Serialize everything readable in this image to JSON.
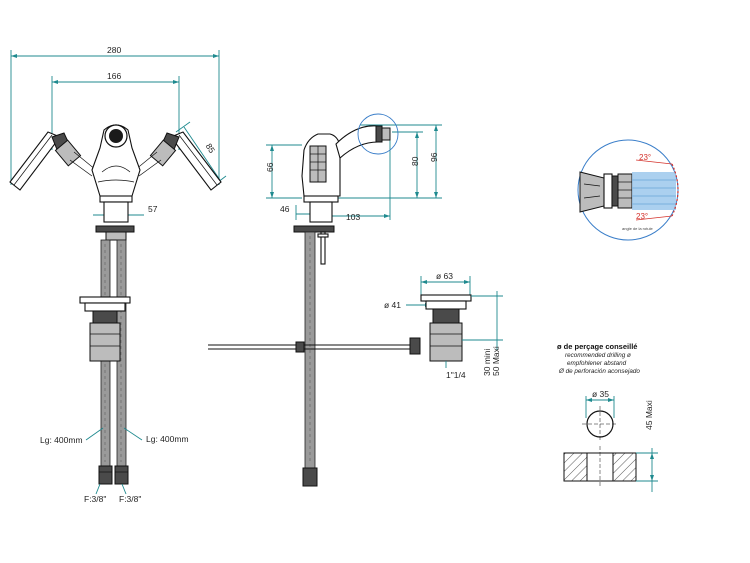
{
  "front_view": {
    "dim_overall_width": "280",
    "dim_spout_centres": "166",
    "dim_lever_length": "85",
    "dim_base_offset": "57",
    "hose_length_left": "Lg: 400mm",
    "hose_length_right": "Lg: 400mm",
    "connection_left": "F:3/8\"",
    "connection_right": "F:3/8\""
  },
  "side_view": {
    "dim_body_height": "66",
    "dim_spout_height": "80",
    "dim_total_height": "96",
    "dim_base_depth": "46",
    "dim_spout_reach": "103"
  },
  "waste": {
    "dim_flange_diameter": "ø 63",
    "dim_outlet_diameter": "ø 41",
    "dim_thread": "1\"1/4",
    "dim_thickness_min": "30 mini",
    "dim_thickness_max": "50 Maxi"
  },
  "spray_detail": {
    "angle_top": "23°",
    "angle_bottom": "23°",
    "caption": "angle de la rotule"
  },
  "drilling": {
    "title": "ø de perçage conseillé",
    "subtitle_en": "recommended drilling ø",
    "subtitle_de": "empfohlener abstand",
    "subtitle_es": "Ø de perforación aconsejado",
    "hole_diameter": "ø 35",
    "max_thickness": "45 Maxi"
  }
}
